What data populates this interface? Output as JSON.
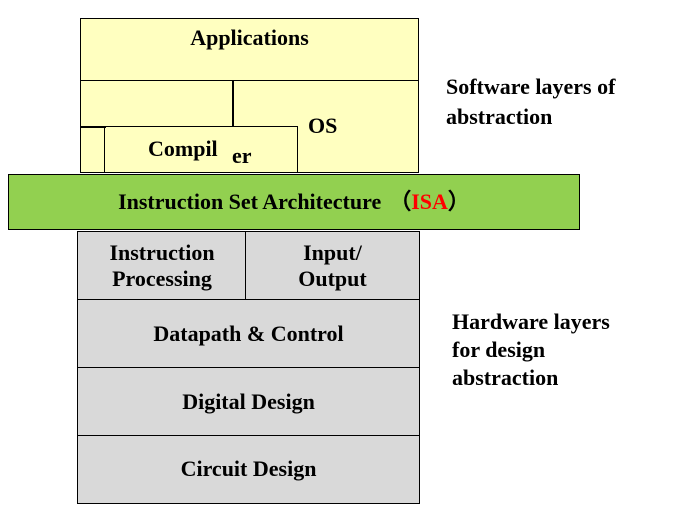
{
  "software": {
    "applications": "Applications",
    "os": "OS",
    "compiler_part1": "Compil",
    "compiler_part2": "er",
    "caption_line1": "Software  layers of",
    "caption_line2": "abstraction"
  },
  "isa": {
    "label": "Instruction Set Architecture",
    "open_paren": "（",
    "abbr": "ISA",
    "close_paren": "）"
  },
  "hardware": {
    "instruction_processing_line1": "Instruction",
    "instruction_processing_line2": "Processing",
    "io_line1": "Input/",
    "io_line2": "Output",
    "datapath": "Datapath & Control",
    "digital": "Digital Design",
    "circuit": "Circuit Design",
    "caption_line1": "Hardware  layers",
    "caption_line2": "for design",
    "caption_line3": "abstraction"
  },
  "colors": {
    "software_fill": "#ffffc0",
    "isa_fill": "#92d050",
    "hardware_fill": "#d9d9d9",
    "isa_abbr": "#ff0000"
  }
}
